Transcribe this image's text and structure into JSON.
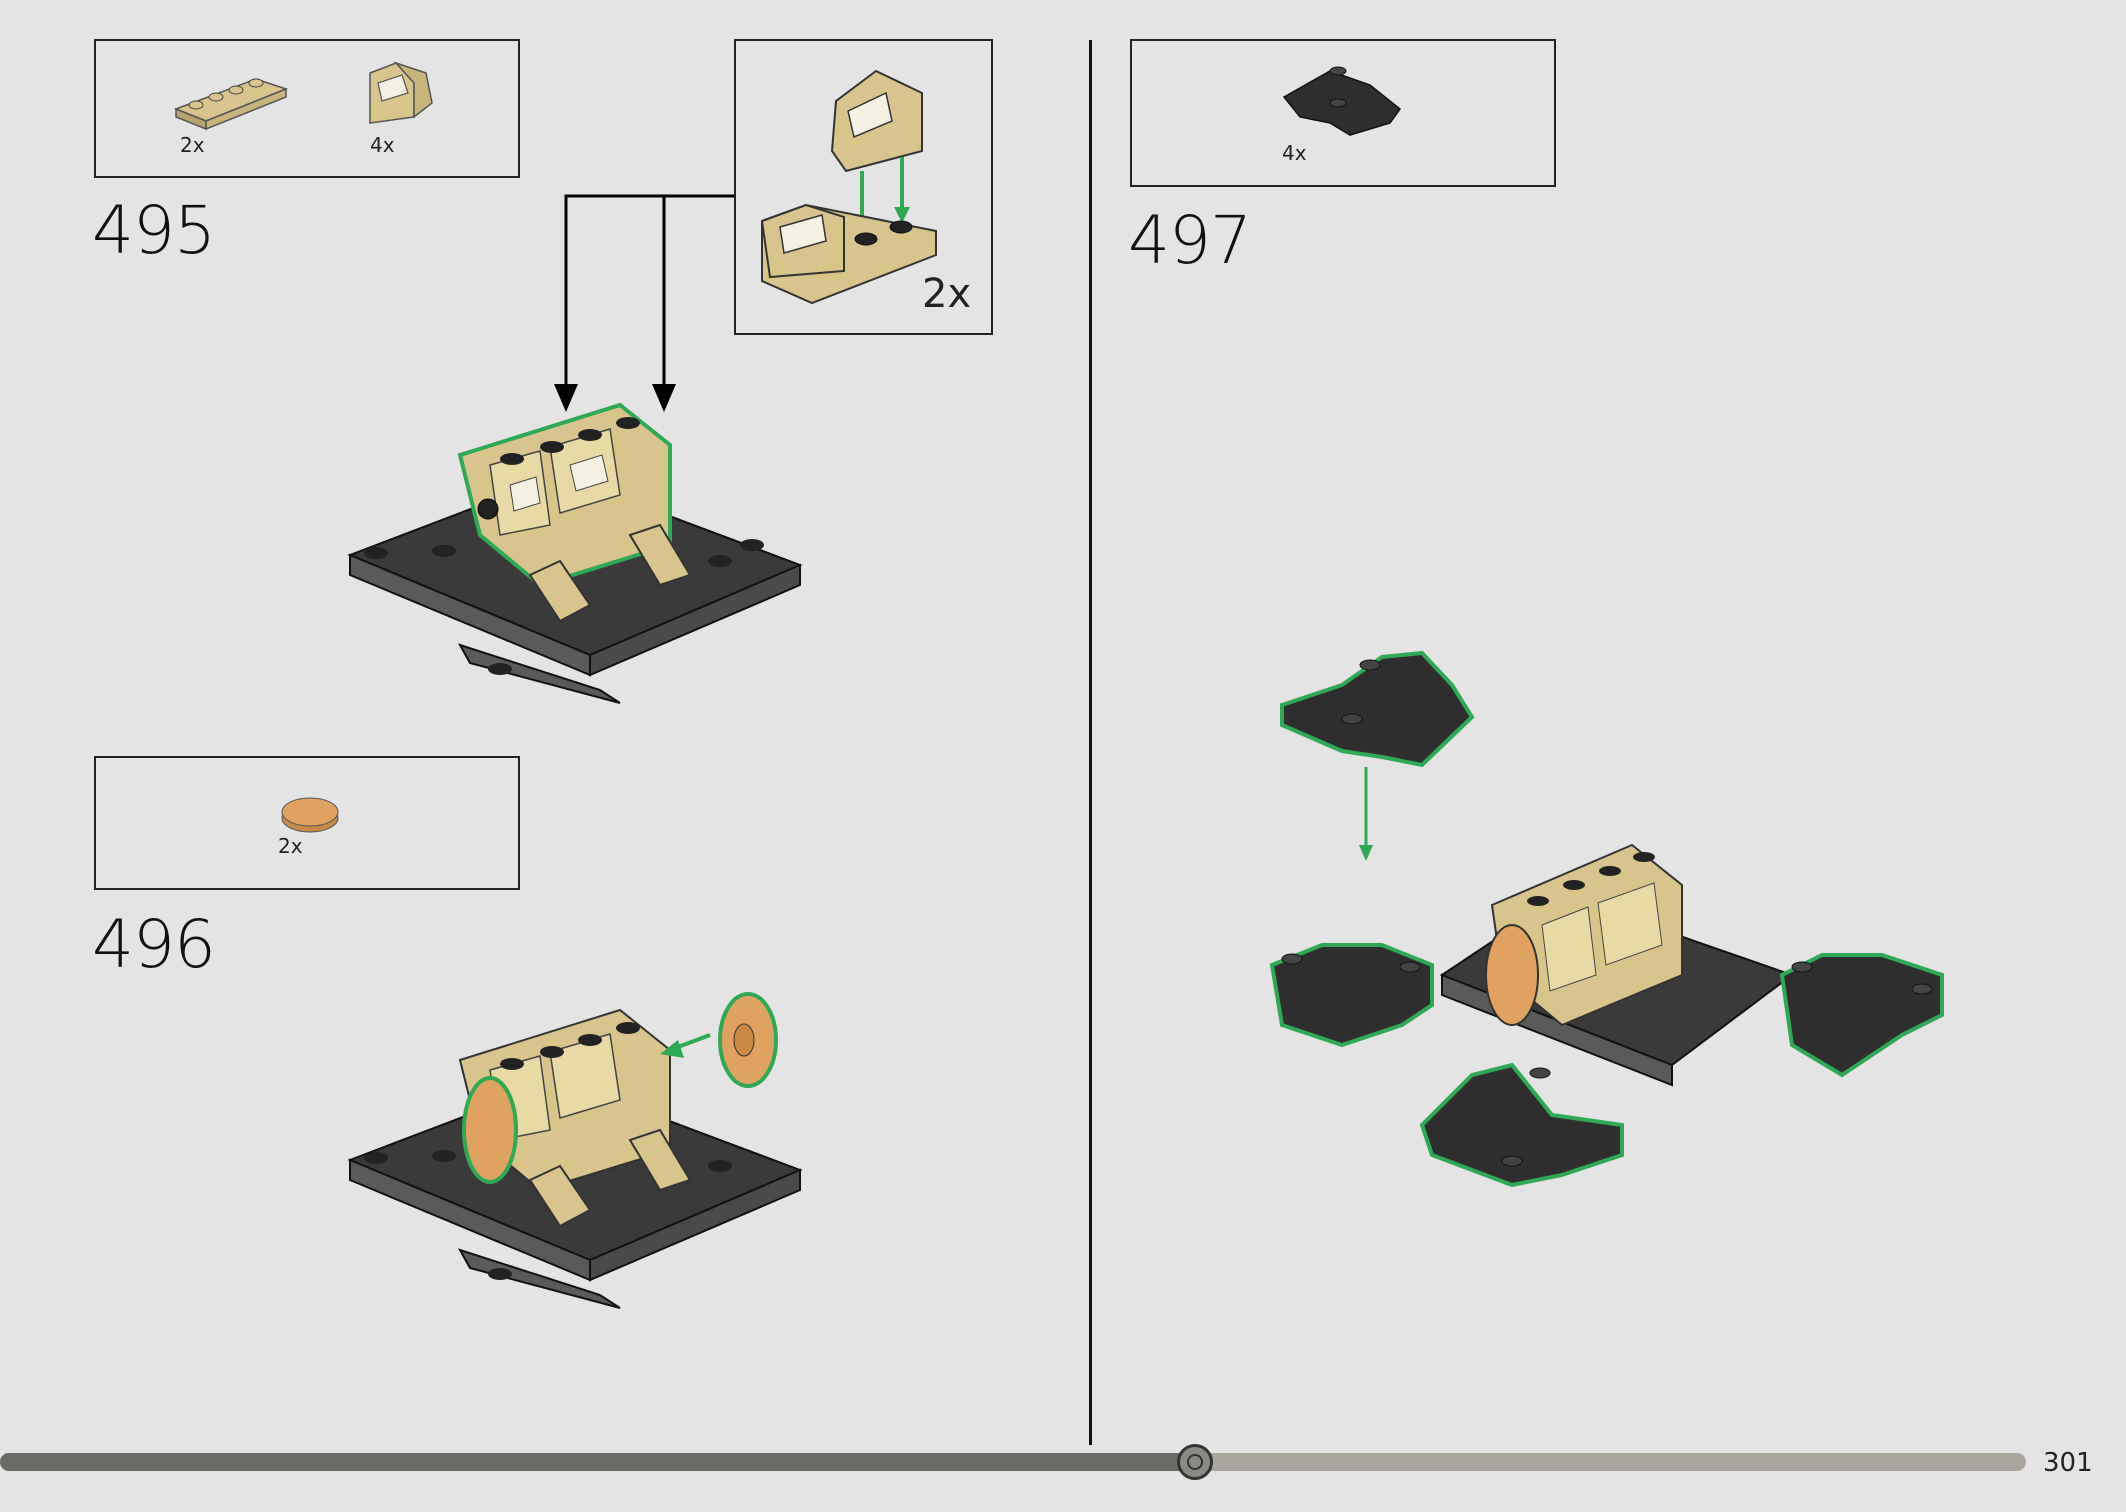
{
  "page": {
    "number": "301",
    "progress": 0.59
  },
  "steps": [
    {
      "number": "495",
      "parts": [
        {
          "name": "tan-plate-1x4",
          "qty": "2x"
        },
        {
          "name": "tan-slope-with-window",
          "qty": "4x"
        }
      ],
      "subassembly_qty": "2x"
    },
    {
      "number": "496",
      "parts": [
        {
          "name": "orange-round-tile-2x2",
          "qty": "2x"
        }
      ]
    },
    {
      "number": "497",
      "parts": [
        {
          "name": "black-wedge-plate",
          "qty": "4x"
        }
      ]
    }
  ],
  "colors": {
    "tan": "#d9c58b",
    "tan_dark": "#b8a36b",
    "black": "#2e2e2e",
    "dark_gray": "#4a4a4a",
    "gray": "#707070",
    "green_highlight": "#2eaa55",
    "orange": "#e0a260",
    "background": "#e4e4e4"
  }
}
